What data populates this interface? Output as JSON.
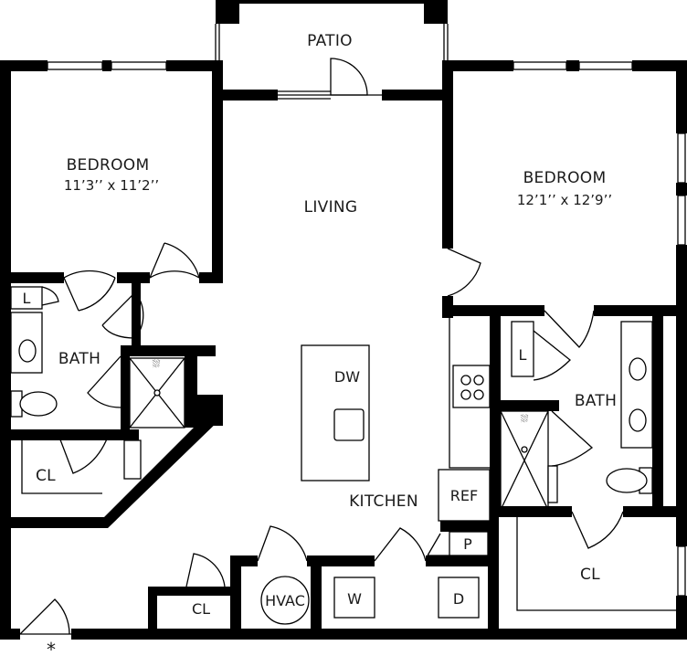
{
  "rooms": {
    "patio": "PATIO",
    "living": "LIVING",
    "bedroom_left": {
      "name": "BEDROOM",
      "dims": "11’3’’ x 11’2’’"
    },
    "bedroom_right": {
      "name": "BEDROOM",
      "dims": "12’1’’ x 12’9’’"
    },
    "bath_left": "BATH",
    "bath_right": "BATH",
    "kitchen": "KITCHEN",
    "cl_left": "CL",
    "cl_small": "CL",
    "cl_right": "CL"
  },
  "fixtures": {
    "dw": "DW",
    "ref": "REF",
    "pantry": "P",
    "hvac": "HVAC",
    "washer": "W",
    "dryer": "D",
    "linen_left": "L",
    "linen_right": "L"
  },
  "entry_marker": "*"
}
